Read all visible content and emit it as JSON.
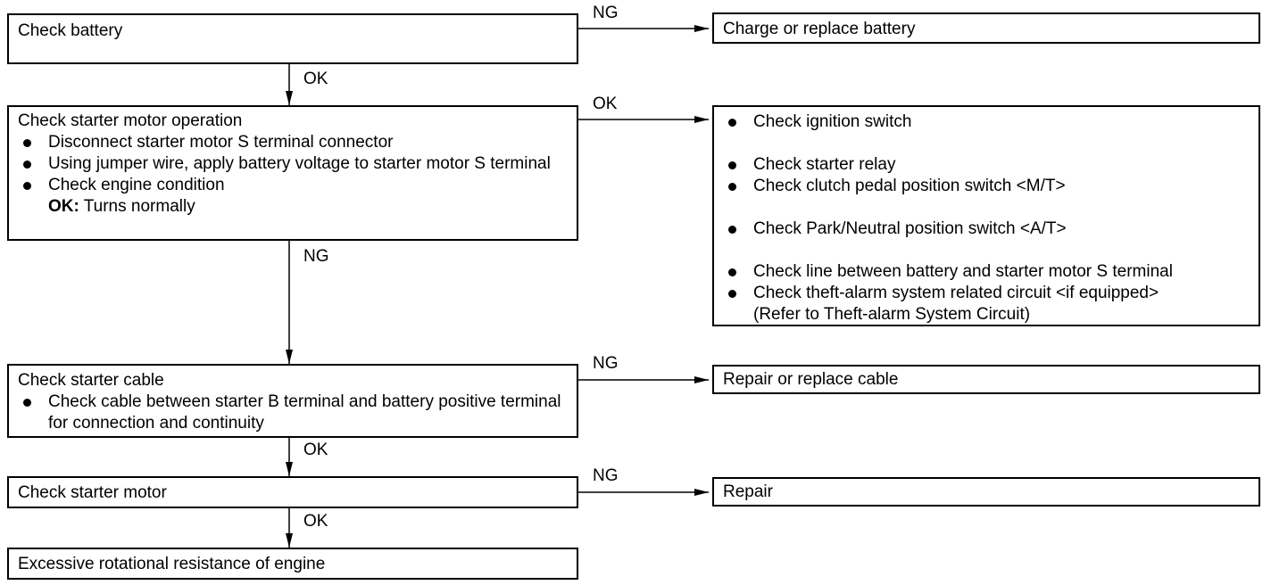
{
  "steps": [
    {
      "title": "Check battery"
    },
    {
      "title": "Check starter motor operation",
      "bullets": [
        "Disconnect starter motor S terminal connector",
        "Using jumper wire, apply battery voltage to starter motor S terminal",
        "Check engine condition"
      ],
      "ok_label": "OK:",
      "ok_text": "Turns normally"
    },
    {
      "title": "Check starter cable",
      "bullets": [
        "Check cable between starter B terminal and battery positive terminal for connection and continuity"
      ]
    },
    {
      "title": "Check starter motor"
    },
    {
      "title": "Excessive rotational resistance of engine"
    }
  ],
  "results": {
    "battery_ng": "Charge or replace battery",
    "operation_ok": [
      "Check ignition switch",
      "Check starter relay",
      "Check clutch pedal position switch <M/T>",
      "Check Park/Neutral position switch <A/T>",
      "Check line between battery and starter motor S terminal",
      "Check theft-alarm system related circuit <if equipped>"
    ],
    "operation_ok_note": "(Refer to Theft-alarm System Circuit)",
    "cable_ng": "Repair or replace cable",
    "motor_ng": "Repair"
  },
  "labels": {
    "ng": "NG",
    "ok": "OK"
  }
}
